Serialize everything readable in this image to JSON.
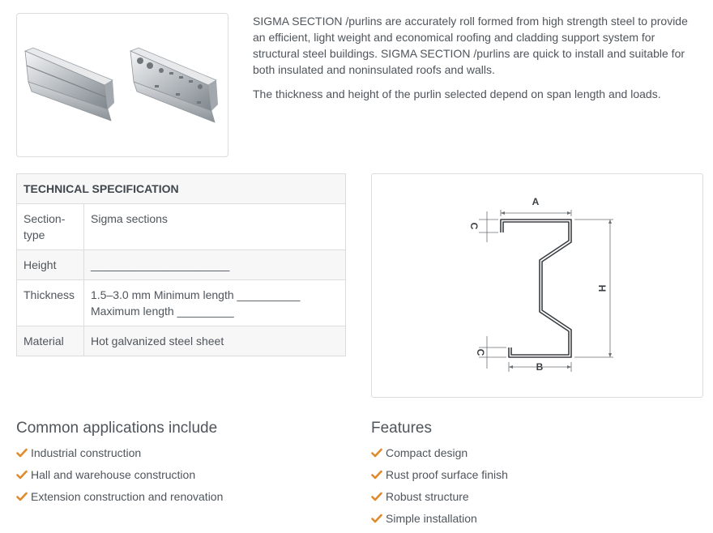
{
  "intro": {
    "paragraph_1": "SIGMA SECTION /purlins are accurately roll formed from high strength steel to provide an efficient, light weight and economical roofing and cladding support system for structural steel buildings. SIGMA SECTION /purlins are quick to install and suitable for both insulated and noninsulated roofs and walls.",
    "paragraph_2": "The thickness and height of the purlin selected depend on span length and loads."
  },
  "spec": {
    "heading": "TECHNICAL SPECIFICATION",
    "rows": [
      {
        "label": "Section-type",
        "value": "Sigma sections"
      },
      {
        "label": "Height",
        "value": "______________________"
      },
      {
        "label": "Thickness",
        "value": "1.5–3.0 mm Minimum length __________ Maximum length _________"
      },
      {
        "label": "Material",
        "value": "Hot galvanized steel sheet"
      }
    ]
  },
  "diagram": {
    "label_a": "A",
    "label_b": "B",
    "label_c_top": "C",
    "label_c_bottom": "C",
    "label_h": "H"
  },
  "applications": {
    "heading": "Common applications include",
    "items": [
      "Industrial construction",
      "Hall and warehouse construction",
      "Extension construction and renovation"
    ]
  },
  "features": {
    "heading": "Features",
    "items": [
      "Compact design",
      "Rust proof surface finish",
      "Robust structure",
      " Simple installation"
    ]
  },
  "colors": {
    "check": "#e08a2c",
    "border": "#dcdcdc",
    "text": "#4f555b"
  },
  "icons": {
    "bullet": "check-icon"
  }
}
